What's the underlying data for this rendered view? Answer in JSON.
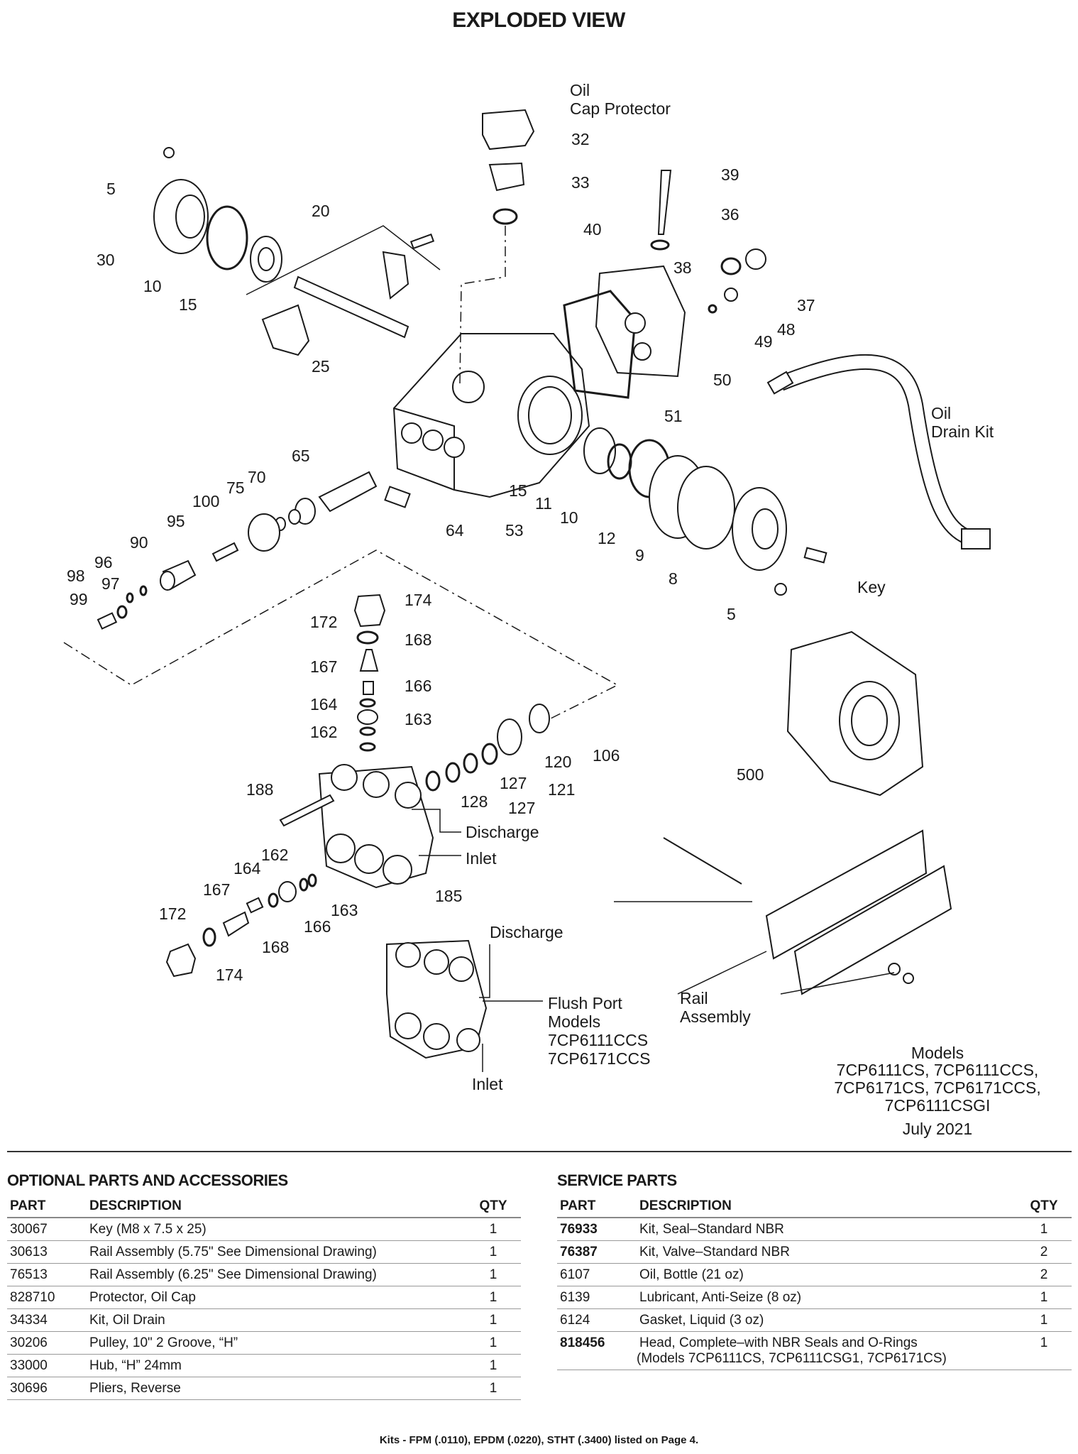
{
  "title": "EXPLODED VIEW",
  "callouts": [
    "Oil",
    "Cap Protector",
    "32",
    "33",
    "39",
    "36",
    "40",
    "5",
    "30",
    "10",
    "15",
    "20",
    "25",
    "38",
    "37",
    "48",
    "49",
    "50",
    "51",
    "Oil",
    "Drain Kit",
    "65",
    "70",
    "75",
    "100",
    "95",
    "90",
    "96",
    "98",
    "97",
    "99",
    "64",
    "53",
    "15",
    "11",
    "10",
    "12",
    "9",
    "8",
    "Key",
    "5",
    "174",
    "172",
    "168",
    "167",
    "166",
    "164",
    "163",
    "162",
    "106",
    "120",
    "127",
    "121",
    "128",
    "127",
    "500",
    "188",
    "Discharge",
    "Inlet",
    "185",
    "162",
    "164",
    "167",
    "163",
    "172",
    "166",
    "168",
    "174",
    "Discharge",
    "Flush Port",
    "Models",
    "7CP6111CCS",
    "7CP6171CCS",
    "Inlet",
    "Rail",
    "Assembly"
  ],
  "models_note": {
    "heading": "Models",
    "lines": [
      "7CP6111CS, 7CP6111CCS,",
      "7CP6171CS, 7CP6171CCS,",
      "7CP6111CSGI"
    ],
    "date": "July 2021"
  },
  "optional_parts": {
    "title": "OPTIONAL PARTS AND ACCESSORIES",
    "columns": [
      "PART",
      "DESCRIPTION",
      "QTY"
    ],
    "rows": [
      {
        "part": "30067",
        "description": "Key (M8 x 7.5 x 25)",
        "qty": "1"
      },
      {
        "part": "30613",
        "description": "Rail Assembly (5.75\" See Dimensional Drawing)",
        "qty": "1"
      },
      {
        "part": "76513",
        "description": "Rail Assembly (6.25\" See Dimensional Drawing)",
        "qty": "1"
      },
      {
        "part": "828710",
        "description": "Protector, Oil Cap",
        "qty": "1"
      },
      {
        "part": "34334",
        "description": "Kit, Oil Drain",
        "qty": "1"
      },
      {
        "part": "30206",
        "description": "Pulley, 10\" 2 Groove, “H”",
        "qty": "1"
      },
      {
        "part": "33000",
        "description": "Hub, “H” 24mm",
        "qty": "1"
      },
      {
        "part": "30696",
        "description": "Pliers, Reverse",
        "qty": "1"
      }
    ]
  },
  "service_parts": {
    "title": "SERVICE PARTS",
    "columns": [
      "PART",
      "DESCRIPTION",
      "QTY"
    ],
    "rows": [
      {
        "part": "76933",
        "bold": true,
        "description": "Kit, Seal–Standard NBR",
        "qty": "1"
      },
      {
        "part": "76387",
        "bold": true,
        "description": "Kit, Valve–Standard NBR",
        "qty": "2"
      },
      {
        "part": "6107",
        "bold": false,
        "description": "Oil, Bottle (21 oz)",
        "qty": "2"
      },
      {
        "part": "6139",
        "bold": false,
        "description": "Lubricant, Anti-Seize (8 oz)",
        "qty": "1"
      },
      {
        "part": "6124",
        "bold": false,
        "description": "Gasket, Liquid (3 oz)",
        "qty": "1"
      },
      {
        "part": "818456",
        "bold": true,
        "description": "Head, Complete–with NBR Seals and O-Rings",
        "description_2": "(Models 7CP6111CS, 7CP6111CSG1, 7CP6171CS)",
        "qty": "1"
      }
    ]
  },
  "footer": "Kits - FPM (.0110), EPDM (.0220), STHT (.3400) listed on Page 4."
}
